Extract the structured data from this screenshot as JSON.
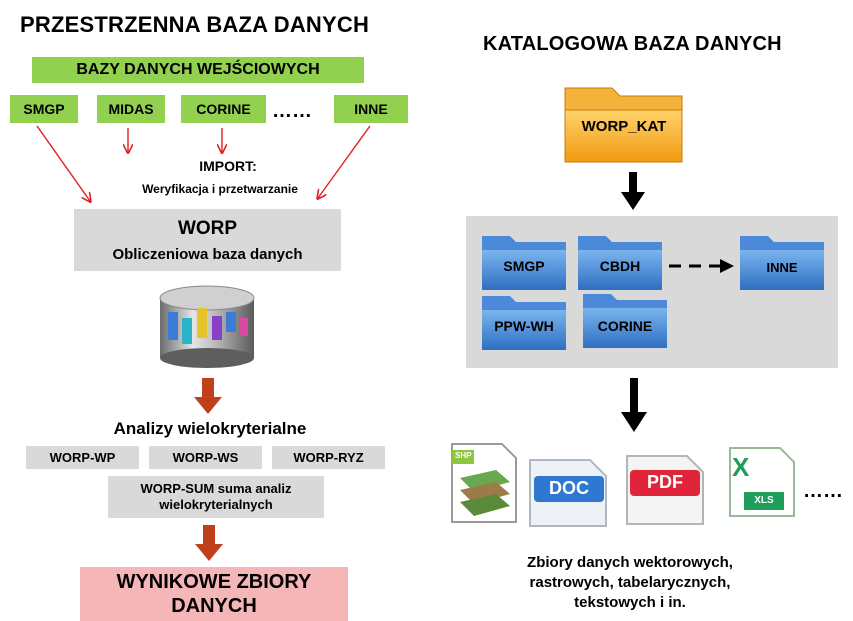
{
  "left": {
    "title": "PRZESTRZENNA BAZA DANYCH",
    "input_header": "BAZY DANYCH WEJŚCIOWYCH",
    "sources": [
      "SMGP",
      "MIDAS",
      "CORINE",
      "INNE"
    ],
    "ellipsis": "……",
    "import_title": "IMPORT:",
    "import_sub": "Weryfikacja i przetwarzanie",
    "worp_title": "WORP",
    "worp_sub": "Obliczeniowa baza danych",
    "analysis_title": "Analizy wielokryterialne",
    "analyses": [
      "WORP-WP",
      "WORP-WS",
      "WORP-RYZ"
    ],
    "sum_line1": "WORP-SUM suma analiz",
    "sum_line2": "wielokryterialnych",
    "result_line1": "WYNIKOWE ZBIORY",
    "result_line2": "DANYCH"
  },
  "right": {
    "title": "KATALOGOWA BAZA DANYCH",
    "main_folder": "WORP_KAT",
    "folders": [
      "SMGP",
      "CBDH",
      "INNE",
      "PPW-WH",
      "CORINE"
    ],
    "file_icons": {
      "shp": "SHP",
      "doc": "DOC",
      "pdf": "PDF",
      "xls": "XLS",
      "x": "X"
    },
    "files_ellipsis": "……",
    "desc_line1": "Zbiory danych wektorowych,",
    "desc_line2": "rastrowych, tabelarycznych,",
    "desc_line3": "tekstowych i in."
  },
  "colors": {
    "green": "#92d050",
    "grey": "#d9d9d9",
    "pink": "#f4b6b6",
    "red_arrow": "#e02020",
    "down_arrow": "#c0401b",
    "folder_blue": "#3b7fd0",
    "folder_yellow": "#f2a21d"
  }
}
